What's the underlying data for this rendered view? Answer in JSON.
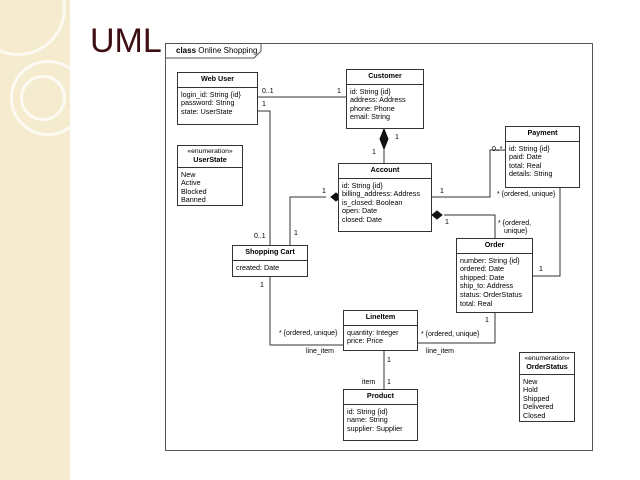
{
  "slide": {
    "title": "UML"
  },
  "frame": {
    "keyword": "class",
    "name": "Online Shopping"
  },
  "classes": {
    "web_user": {
      "name": "Web User",
      "attrs": [
        "login_id: String {id}",
        "password: String",
        "state: UserState"
      ]
    },
    "customer": {
      "name": "Customer",
      "attrs": [
        "id: String {id}",
        "address: Address",
        "phone: Phone",
        "email: String"
      ]
    },
    "payment": {
      "name": "Payment",
      "attrs": [
        "id: String {id}",
        "paid: Date",
        "total: Real",
        "details: String"
      ]
    },
    "user_state": {
      "stereotype": "«enumeration»",
      "name": "UserState",
      "literals": [
        "New",
        "Active",
        "Blocked",
        "Banned"
      ]
    },
    "account": {
      "name": "Account",
      "attrs": [
        "id: String {id}",
        "billing_address: Address",
        "is_closed: Boolean",
        "open: Date",
        "closed: Date"
      ]
    },
    "shopping_cart": {
      "name": "Shopping Cart",
      "attrs": [
        "created: Date"
      ]
    },
    "order": {
      "name": "Order",
      "attrs": [
        "number: String {id}",
        "ordered: Date",
        "shipped: Date",
        "ship_to: Address",
        "status: OrderStatus",
        "total: Real"
      ]
    },
    "line_item": {
      "name": "LineItem",
      "attrs": [
        "quantity: Integer",
        "price: Price"
      ]
    },
    "order_status": {
      "stereotype": "«enumeration»",
      "name": "OrderStatus",
      "literals": [
        "New",
        "Hold",
        "Shipped",
        "Delivered",
        "Closed"
      ]
    },
    "product": {
      "name": "Product",
      "attrs": [
        "id: String {id}",
        "name: String",
        "supplier: Supplier"
      ]
    }
  },
  "labels": {
    "wu_cust_many": "0..1",
    "wu_cust_one": "1",
    "wu_cart_one": "1",
    "cart_wu_many": "0..1",
    "cust_acct_one_a": "1",
    "cust_acct_one_b": "1",
    "acct_pay_one": "1",
    "pay_acct_many": "0..*",
    "acct_cart_one": "1",
    "cart_acct_one": "1",
    "acct_order_one": "1",
    "order_acct_constraint": "* {ordered,",
    "order_acct_constraint2": "unique}",
    "pay_order_constraint": "* {ordered, unique}",
    "order_pay_one": "1",
    "cart_li_one": "1",
    "cart_li_constraint": "* {ordered, unique}",
    "cart_li_role": "line_item",
    "order_li_one": "1",
    "order_li_constraint": "* {ordered, unique}",
    "order_li_role": "line_item",
    "li_prod_one": "1",
    "prod_li_one": "1",
    "prod_li_role": "item"
  }
}
